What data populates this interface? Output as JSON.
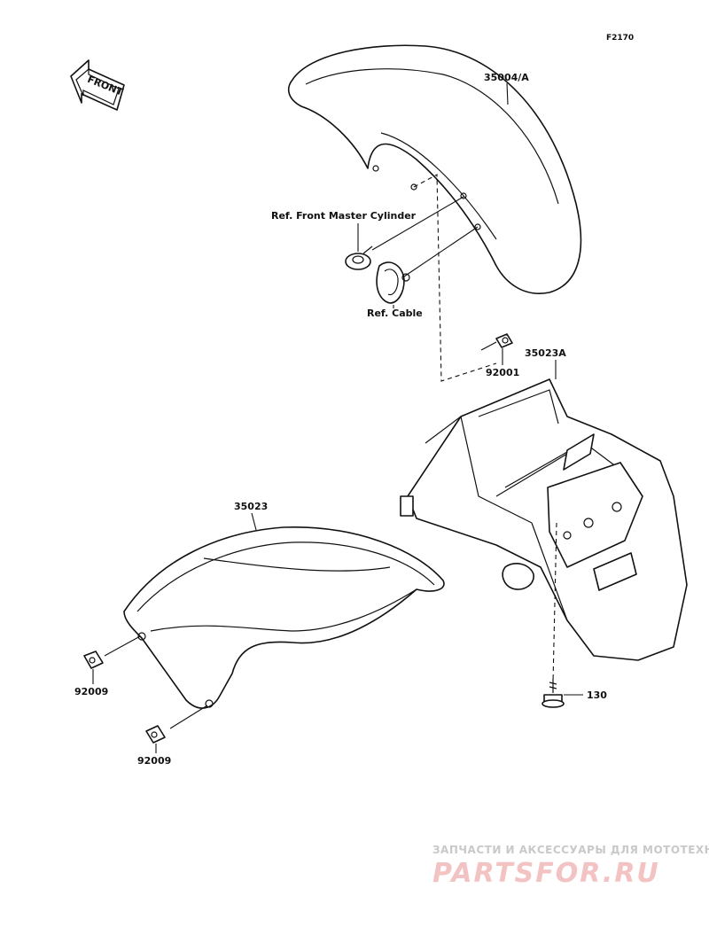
{
  "diagram_code": "F2170",
  "front_arrow": {
    "label": "FRONT"
  },
  "parts": {
    "front_fender": "35004/A",
    "rear_fender_upper": "35023A",
    "rear_fender_lower": "35023",
    "bolt_upper": "92001",
    "bolt_left_1": "92009",
    "bolt_left_2": "92009",
    "screw_bottom": "130"
  },
  "references": {
    "master_cylinder": "Ref. Front Master Cylinder",
    "cable": "Ref. Cable"
  },
  "watermark": {
    "tagline": "ЗАПЧАСТИ И АКСЕССУАРЫ ДЛЯ МОТОТЕХНИКИ",
    "brand": "PARTSFOR.RU"
  }
}
